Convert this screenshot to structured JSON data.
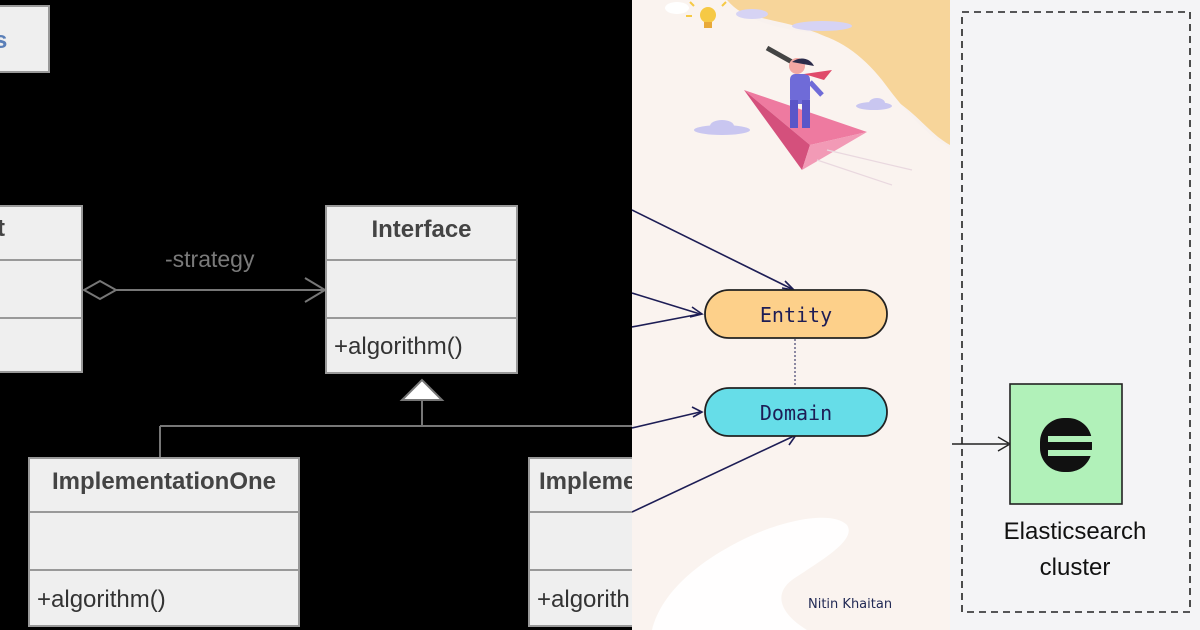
{
  "uml": {
    "context_title": "t",
    "association_label": "-strategy",
    "interface": {
      "title": "Interface",
      "method": "+algorithm()"
    },
    "impl_one": {
      "title": "ImplementationOne",
      "method": "+algorithm()"
    },
    "impl_two": {
      "title": "Impleme",
      "method": "+algorith"
    }
  },
  "illustration": {
    "nodes": {
      "entity": {
        "label": "Entity",
        "color": "#fdd08a"
      },
      "domain": {
        "label": "Domain",
        "color": "#66dde8"
      }
    },
    "author": "Nitin Khaitan"
  },
  "cluster": {
    "label_line1": "Elasticsearch",
    "label_line2": "cluster",
    "icon": "elasticsearch-logo-icon",
    "box_color": "#b1f1b9"
  }
}
